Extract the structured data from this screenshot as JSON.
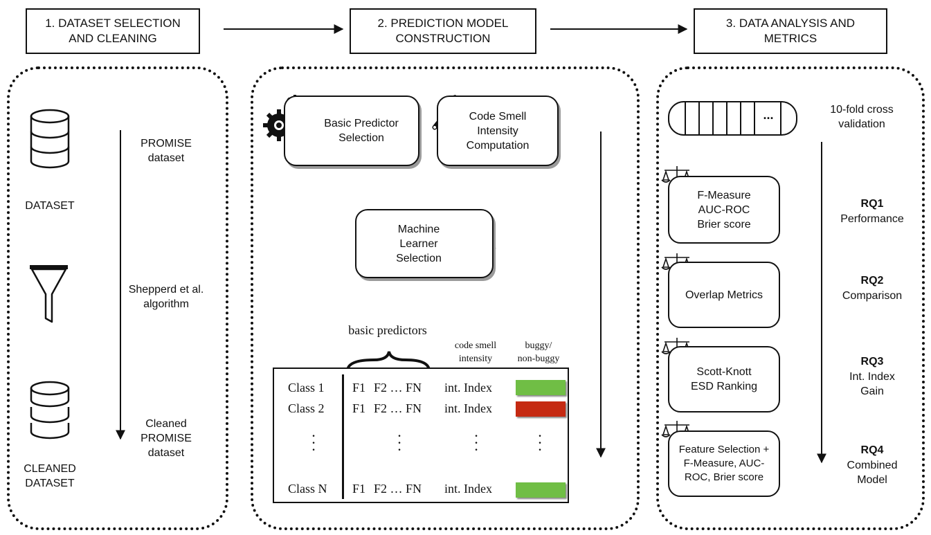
{
  "stages": {
    "s1": "1. DATASET SELECTION\nAND CLEANING",
    "s2": "2. PREDICTION MODEL\nCONSTRUCTION",
    "s3": "3. DATA ANALYSIS AND\nMETRICS"
  },
  "panel1": {
    "promise_label": "PROMISE\ndataset",
    "dataset_label": "DATASET",
    "shepperd_label": "Shepperd et al.\nalgorithm",
    "cleaned_promise_label": "Cleaned\nPROMISE\ndataset",
    "cleaned_dataset_label": "CLEANED\nDATASET"
  },
  "panel2": {
    "basic_predictor": "Basic Predictor\nSelection",
    "code_smell": "Code Smell\nIntensity\nComputation",
    "machine_learner": "Machine\nLearner\nSelection",
    "table": {
      "header_predictors": "basic predictors",
      "header_intensity": "code smell\nintensity",
      "header_buggy": "buggy/\nnon-buggy",
      "status_colors": {
        "buggy": "#70be45",
        "non_buggy": "#c52a12"
      },
      "rows": [
        {
          "cls": "Class 1",
          "f1": "F1",
          "f2": "F2 … FN",
          "idx": "int. Index",
          "status": "green"
        },
        {
          "cls": "Class 2",
          "f1": "F1",
          "f2": "F2 … FN",
          "idx": "int. Index",
          "status": "red"
        },
        {
          "cls": "Class N",
          "f1": "F1",
          "f2": "F2 … FN",
          "idx": "int. Index",
          "status": "green"
        }
      ]
    }
  },
  "panel3": {
    "cv_cells": "...",
    "cv_label": "10-fold cross\nvalidation",
    "boxes": {
      "b1": "F-Measure\nAUC-ROC\nBrier score",
      "b2": "Overlap Metrics",
      "b3": "Scott-Knott\nESD Ranking",
      "b4": "Feature Selection +\nF-Measure, AUC-\nROC, Brier score"
    },
    "rqs": [
      {
        "id": "RQ1",
        "name": "Performance"
      },
      {
        "id": "RQ2",
        "name": "Comparison"
      },
      {
        "id": "RQ3",
        "name": "Int. Index\nGain"
      },
      {
        "id": "RQ4",
        "name": "Combined\nModel"
      }
    ]
  }
}
